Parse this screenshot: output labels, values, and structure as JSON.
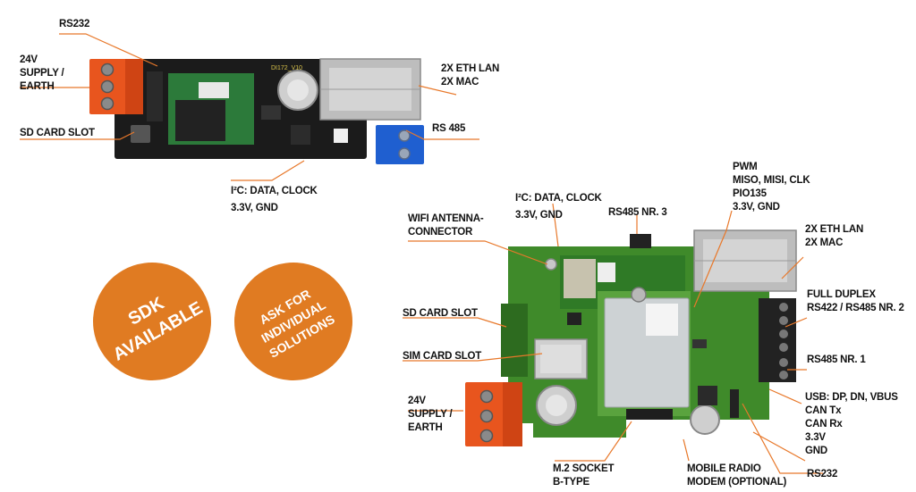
{
  "top_board": {
    "silkscreen": "DI172_V10",
    "labels": {
      "rs232": "RS232",
      "supply": [
        "24V",
        "SUPPLY /",
        "EARTH"
      ],
      "sd_card": "SD CARD SLOT",
      "eth": [
        "2X ETH LAN",
        "2X MAC"
      ],
      "rs485": "RS 485",
      "i2c": [
        "I²C: DATA, CLOCK",
        "3.3V, GND"
      ]
    }
  },
  "bottom_board": {
    "labels": {
      "i2c": [
        "I²C: DATA, CLOCK",
        "3.3V, GND"
      ],
      "rs485_3": "RS485 NR. 3",
      "pwm": [
        "PWM",
        "MISO, MISI, CLK",
        "PIO135",
        "3.3V, GND"
      ],
      "wifi": [
        "WIFI ANTENNA-",
        "CONNECTOR"
      ],
      "eth": [
        "2X ETH LAN",
        "2X MAC"
      ],
      "full_duplex": [
        "FULL DUPLEX",
        "RS422 / RS485 NR. 2"
      ],
      "sd_card": "SD CARD SLOT",
      "sim_card": "SIM CARD SLOT",
      "rs485_1": "RS485 NR. 1",
      "supply": [
        "24V",
        "SUPPLY /",
        "EARTH"
      ],
      "usb": [
        "USB: DP, DN, VBUS",
        "CAN Tx",
        "CAN Rx",
        "3.3V",
        "GND"
      ],
      "m2": [
        "M.2 SOCKET",
        "B-TYPE"
      ],
      "modem": [
        "MOBILE RADIO",
        "MODEM (OPTIONAL)"
      ],
      "rs232": "RS232"
    }
  },
  "badges": {
    "sdk": [
      "SDK",
      "AVAILABLE"
    ],
    "ask": [
      "ASK FOR",
      "INDIVIDUAL",
      "SOLUTIONS"
    ]
  },
  "colors": {
    "accent": "#e07b22",
    "leader": "#e8782a",
    "pcb_black": "#1a1a1a",
    "pcb_green": "#3f8a2a",
    "terminal_orange": "#e8551e",
    "terminal_blue": "#1f5fd0"
  }
}
